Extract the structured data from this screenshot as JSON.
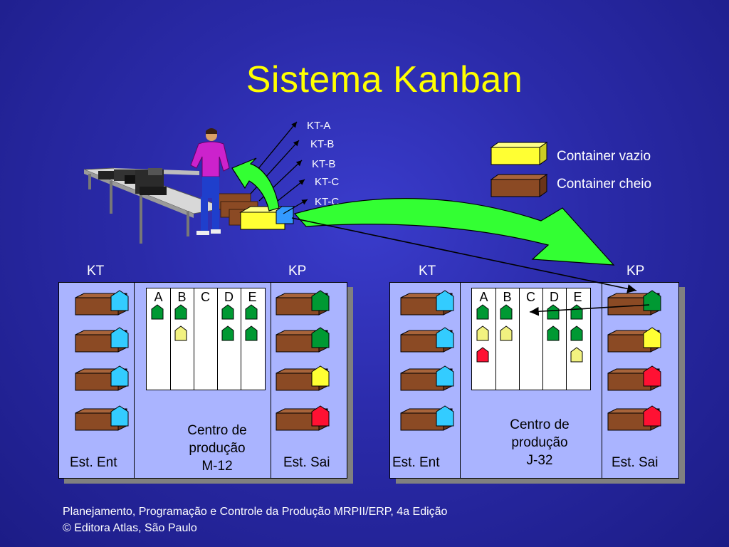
{
  "title": "Sistema Kanban",
  "kanban_labels": [
    "KT-A",
    "KT-B",
    "KT-B",
    "KT-C",
    "KT-C"
  ],
  "legend": {
    "empty": "Container vazio",
    "full": "Container cheio"
  },
  "cells": [
    {
      "kt_label": "KT",
      "kp_label": "KP",
      "columns": [
        "A",
        "B",
        "C",
        "D",
        "E"
      ],
      "center_lines": [
        "Centro de",
        "produção",
        "M-12"
      ],
      "input_label": "Est. Ent",
      "output_label": "Est. Sai"
    },
    {
      "kt_label": "KT",
      "kp_label": "KP",
      "columns": [
        "A",
        "B",
        "C",
        "D",
        "E"
      ],
      "center_lines": [
        "Centro de",
        "produção",
        "J-32"
      ],
      "input_label": "Est. Ent",
      "output_label": "Est. Sai"
    }
  ],
  "colors": {
    "title": "#ffff00",
    "background": "#2a2aa8",
    "panel": "#aab4ff",
    "container_full": "#8b4a24",
    "container_empty": "#ffff33",
    "card_blue": "#33ccff",
    "card_green": "#009933",
    "card_yellow": "#ffff33",
    "card_pale_yellow": "#f2f280",
    "card_red": "#ff1133",
    "flow_arrow": "#33ff33"
  },
  "icons": [
    "worker-icon",
    "workbench-icon",
    "kanban-card-icon",
    "container-icon"
  ],
  "footer": {
    "line1": "Planejamento, Programação e Controle da Produção MRPII/ERP, 4a Edição",
    "line2": " © Editora Atlas, São Paulo"
  }
}
